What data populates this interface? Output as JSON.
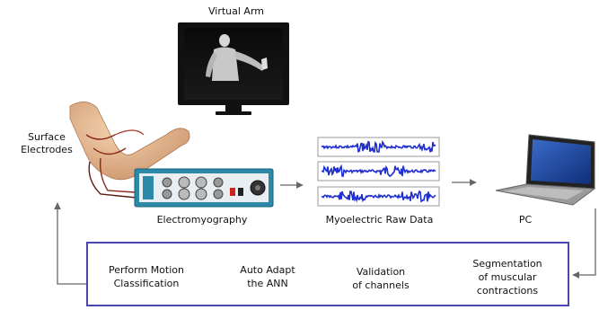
{
  "labels": {
    "virtual_arm": "Virtual Arm",
    "surface_electrodes_line1": "Surface",
    "surface_electrodes_line2": "Electrodes",
    "electromyography": "Electromyography",
    "raw_data": "Myoelectric Raw Data",
    "pc": "PC"
  },
  "pipeline": {
    "steps": [
      {
        "line1": "Segmentation",
        "line2": "of muscular",
        "line3": "contractions"
      },
      {
        "line1": "Validation",
        "line2": "of channels"
      },
      {
        "line1": "Auto Adapt",
        "line2": "the ANN"
      },
      {
        "line1": "Perform Motion",
        "line2": "Classification"
      }
    ]
  },
  "colors": {
    "pipeline_border": "#4a48b0",
    "signal": "#1f2fd0",
    "arrow": "#666666",
    "device": "#2c8aa8"
  }
}
